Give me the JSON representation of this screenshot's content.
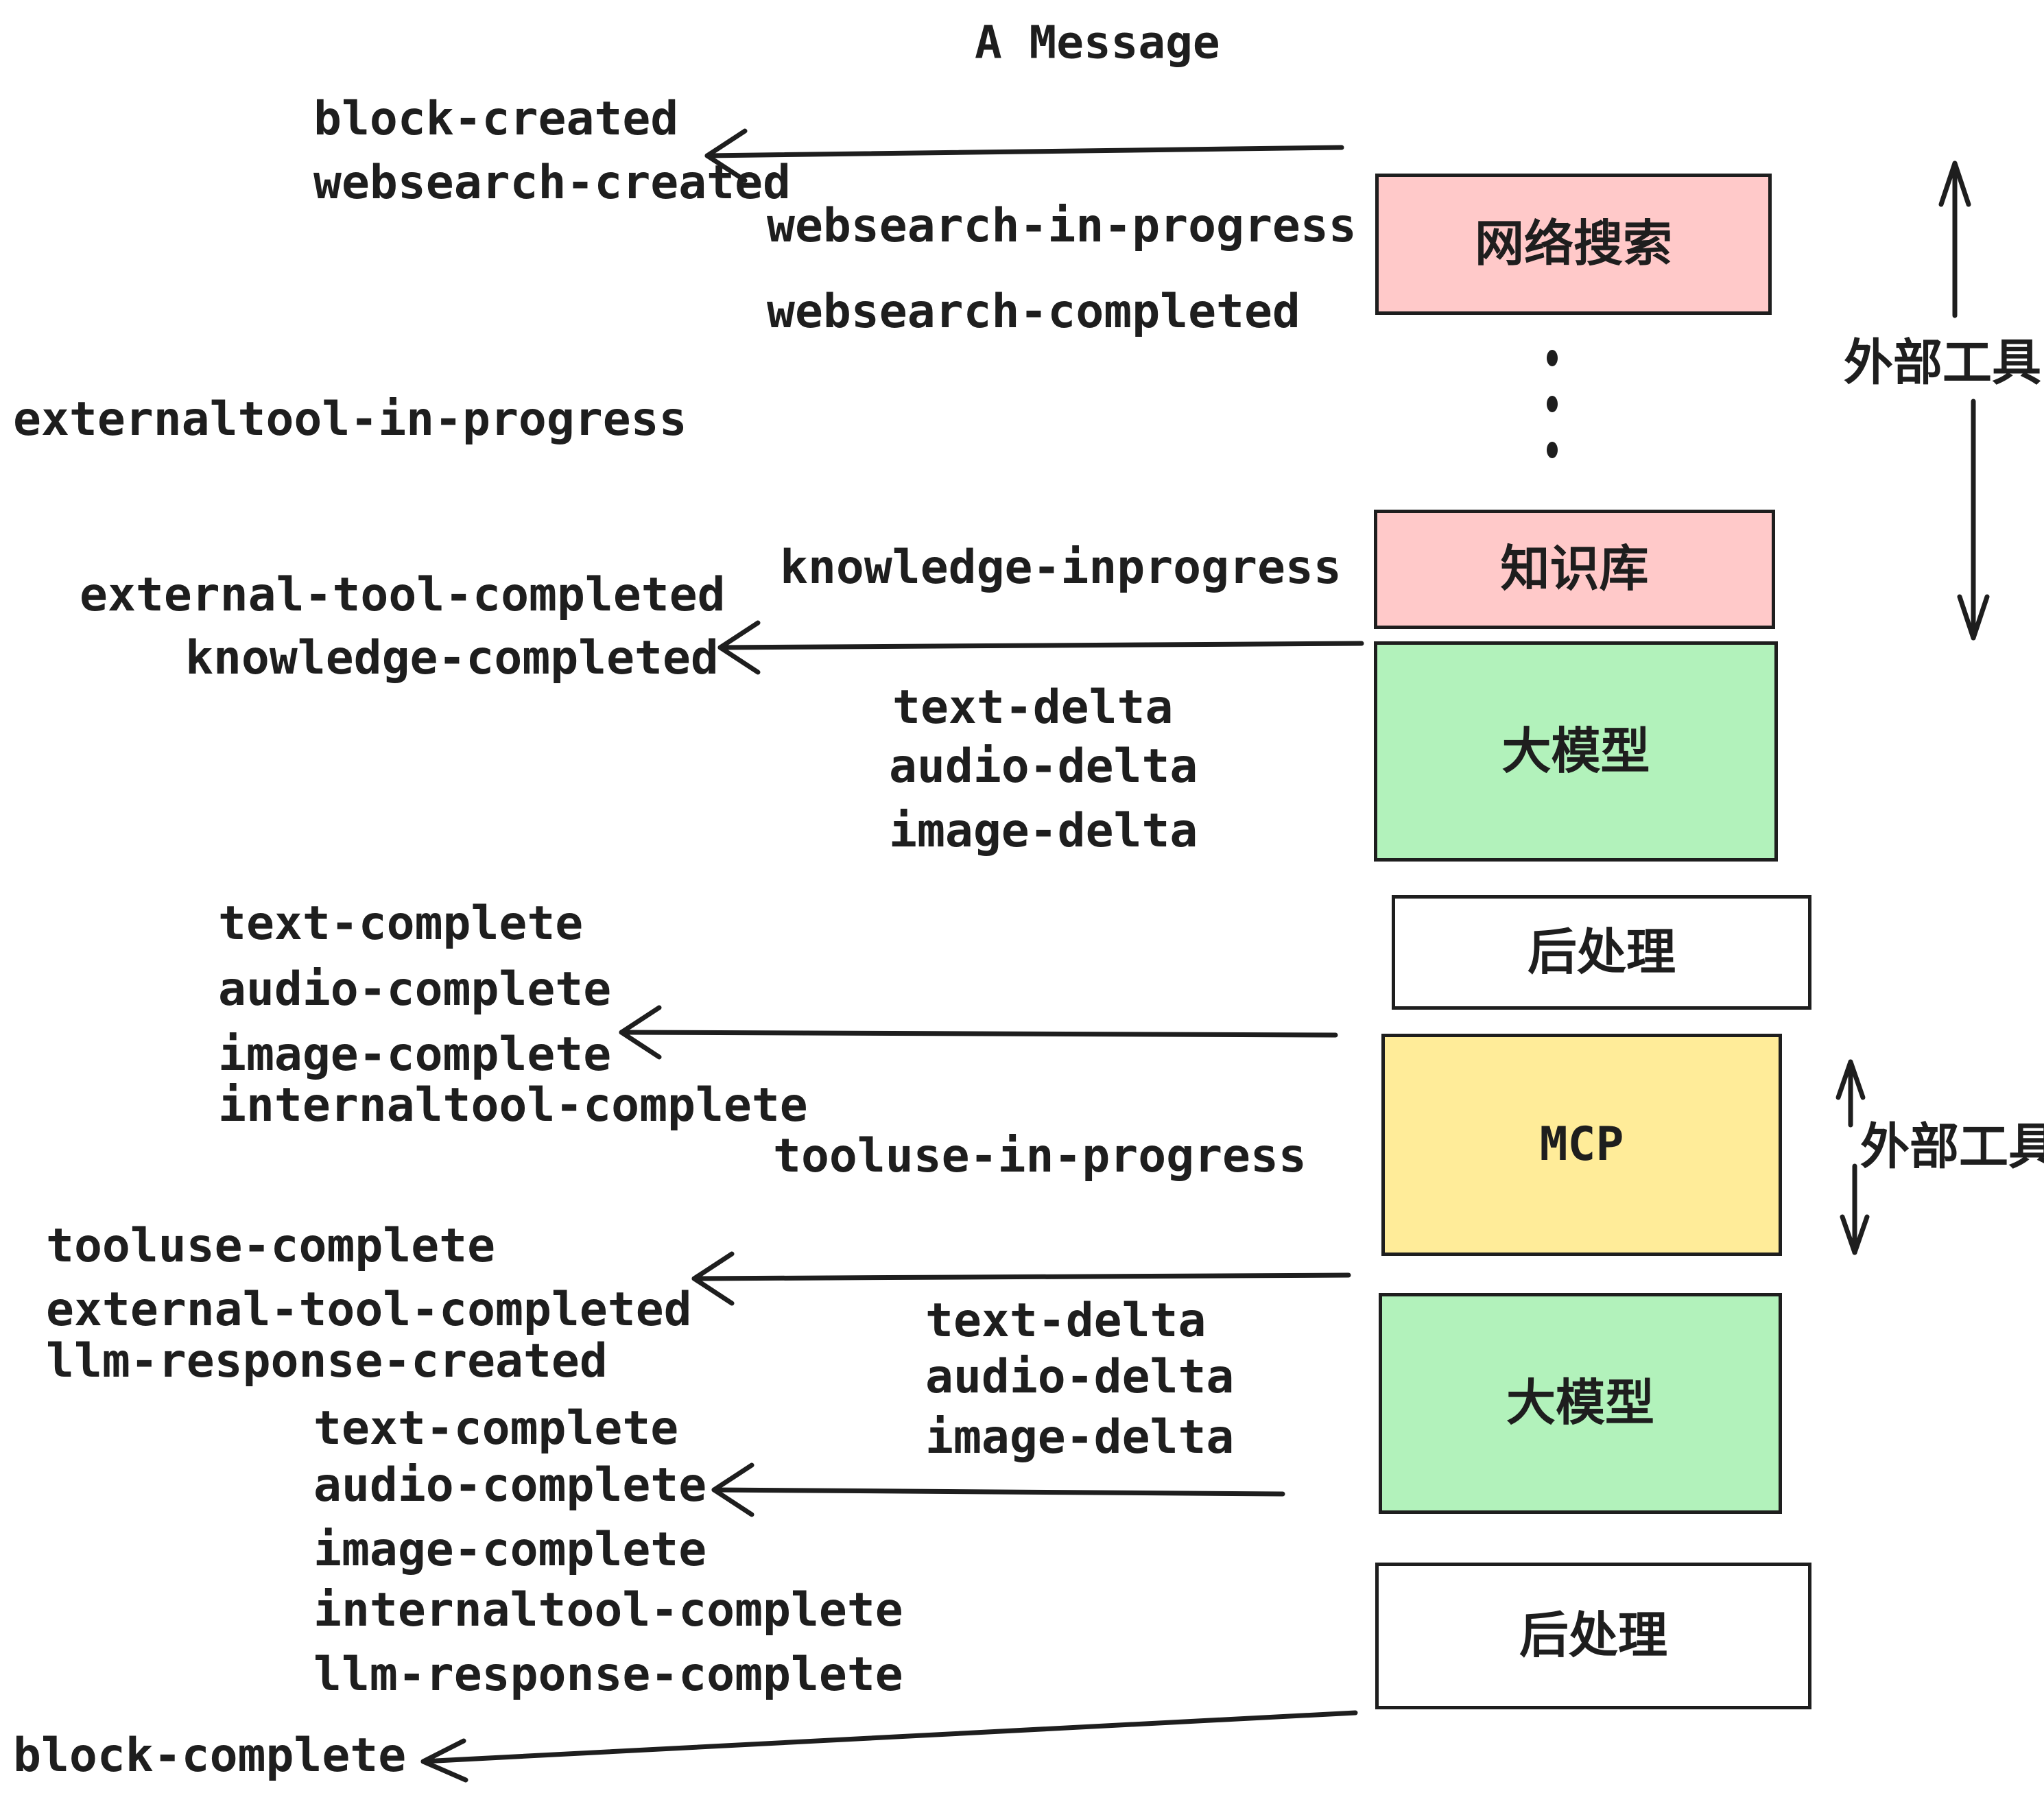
{
  "title": "A Message",
  "events": {
    "block_created": "block-created",
    "websearch_created": "websearch-created",
    "websearch_in_progress": "websearch-in-progress",
    "websearch_completed": "websearch-completed",
    "externaltool_in_progress": "externaltool-in-progress",
    "knowledge_inprogress": "knowledge-inprogress",
    "external_tool_completed": "external-tool-completed",
    "knowledge_completed": "knowledge-completed",
    "text_delta": "text-delta",
    "audio_delta": "audio-delta",
    "image_delta": "image-delta",
    "text_complete": "text-complete",
    "audio_complete": "audio-complete",
    "image_complete": "image-complete",
    "internaltool_complete": "internaltool-complete",
    "tooluse_in_progress": "tooluse-in-progress",
    "tooluse_complete": "tooluse-complete",
    "llm_response_created": "llm-response-created",
    "llm_response_complete": "llm-response-complete",
    "block_complete": "block-complete"
  },
  "nodes": {
    "web_search": "网络搜索",
    "knowledge_base": "知识库",
    "llm": "大模型",
    "post_process": "后处理",
    "mcp": "MCP"
  },
  "annotations": {
    "external_tools": "外部工具"
  },
  "colors": {
    "box_red": "#ffc9c9",
    "box_green": "#b2f2bb",
    "box_yellow": "#ffec99",
    "box_white": "#ffffff",
    "ink": "#1e1e1e"
  }
}
